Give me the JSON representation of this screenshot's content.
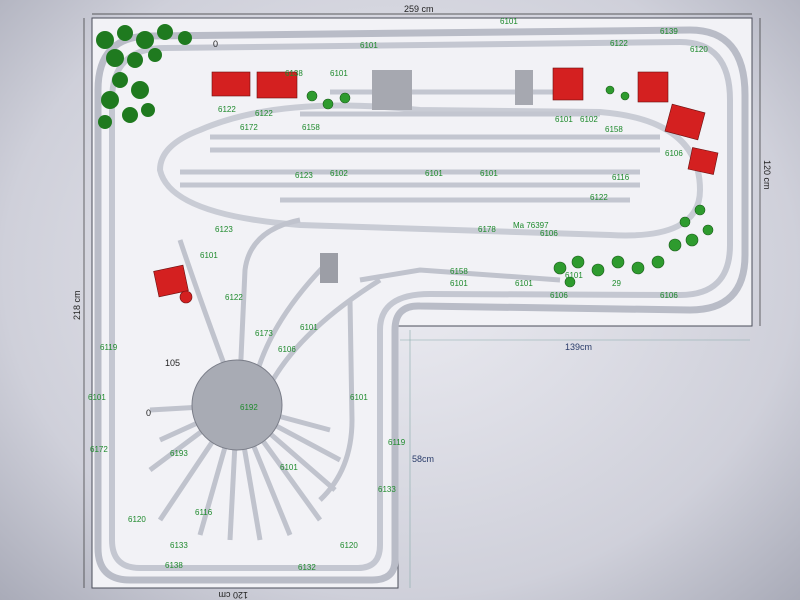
{
  "dimensions": {
    "top_width": "259 cm",
    "left_height": "218 cm",
    "right_height": "120 cm",
    "bottom_width": "120 cm",
    "inner_width": "139cm",
    "inner_height": "58cm"
  },
  "labels": {
    "station_sign": "Ma 76397",
    "turntable_id": "105",
    "zero_a": "0",
    "zero_b": "0",
    "corner_id": "29"
  },
  "part_numbers": {
    "p6101": "6101",
    "p6102": "6102",
    "p6106": "6106",
    "p6116": "6116",
    "p6119": "6119",
    "p6120": "6120",
    "p6122": "6122",
    "p6123": "6123",
    "p6132": "6132",
    "p6133": "6133",
    "p6138": "6138",
    "p6139": "6139",
    "p6158": "6158",
    "p6172": "6172",
    "p6173": "6173",
    "p6178": "6178",
    "p6192": "6192",
    "p6193": "6193"
  }
}
